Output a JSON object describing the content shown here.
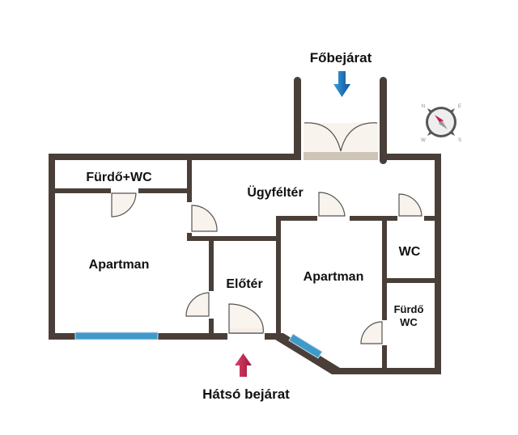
{
  "labels": {
    "main_entrance": "Főbejárat",
    "back_entrance": "Hátsó bejárat",
    "bath_wc_left": "Fürdő+WC",
    "client_area": "Ügyféltér",
    "apartment_left": "Apartman",
    "hallway": "Előtér",
    "apartment_right": "Apartman",
    "wc": "WC",
    "bath_line1": "Fürdő",
    "bath_line2": "WC"
  },
  "compass": {
    "letters": [
      "N",
      "E",
      "W",
      "S"
    ]
  },
  "colors": {
    "wall": "#4a3f38",
    "window": "#3f9ac9",
    "door_fill": "#f8f3ec",
    "main_arrow": "#1a73c4",
    "back_arrow": "#c8224e",
    "compass_needle": "#c8224e"
  }
}
